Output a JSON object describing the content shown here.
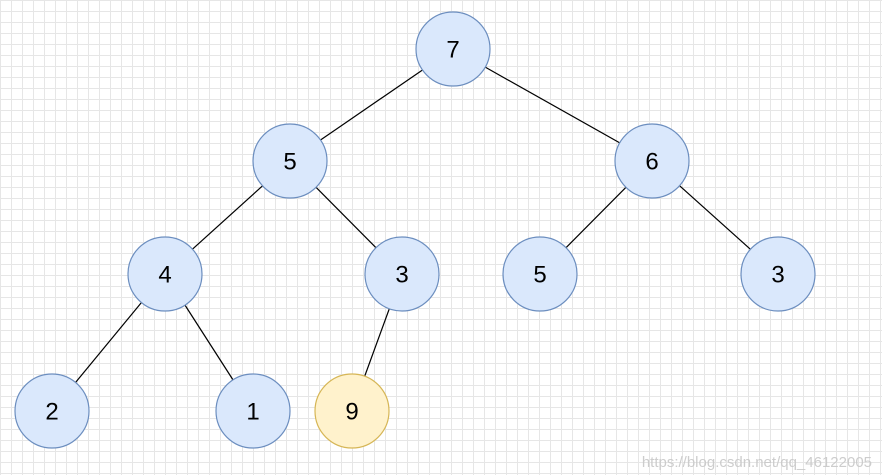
{
  "diagram": {
    "colors": {
      "node_fill": "#dae8fc",
      "node_stroke": "#6c8ebf",
      "highlight_fill": "#fff2cc",
      "highlight_stroke": "#d6b656",
      "edge": "#000000",
      "grid": "#e6e6e6"
    },
    "nodes": [
      {
        "id": "n7",
        "label": "7"
      },
      {
        "id": "n5a",
        "label": "5"
      },
      {
        "id": "n6",
        "label": "6"
      },
      {
        "id": "n4",
        "label": "4"
      },
      {
        "id": "n3a",
        "label": "3"
      },
      {
        "id": "n5b",
        "label": "5"
      },
      {
        "id": "n3b",
        "label": "3"
      },
      {
        "id": "n2",
        "label": "2"
      },
      {
        "id": "n1",
        "label": "1"
      },
      {
        "id": "n9",
        "label": "9",
        "highlighted": true
      }
    ],
    "edges": [
      [
        "n7",
        "n5a"
      ],
      [
        "n7",
        "n6"
      ],
      [
        "n5a",
        "n4"
      ],
      [
        "n5a",
        "n3a"
      ],
      [
        "n6",
        "n5b"
      ],
      [
        "n6",
        "n3b"
      ],
      [
        "n4",
        "n2"
      ],
      [
        "n4",
        "n1"
      ],
      [
        "n3a",
        "n9"
      ]
    ]
  },
  "watermark": "https://blog.csdn.net/qq_46122005"
}
